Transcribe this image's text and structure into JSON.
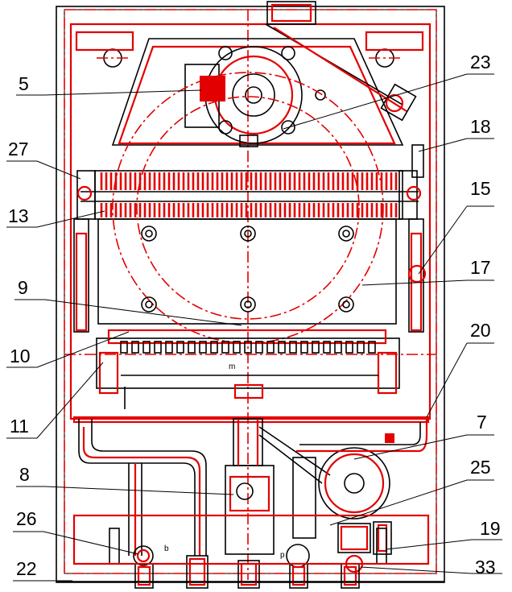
{
  "callouts": [
    {
      "id": "5",
      "label": "5"
    },
    {
      "id": "23",
      "label": "23"
    },
    {
      "id": "18",
      "label": "18"
    },
    {
      "id": "27",
      "label": "27"
    },
    {
      "id": "15",
      "label": "15"
    },
    {
      "id": "13",
      "label": "13"
    },
    {
      "id": "17",
      "label": "17"
    },
    {
      "id": "9",
      "label": "9"
    },
    {
      "id": "20",
      "label": "20"
    },
    {
      "id": "10",
      "label": "10"
    },
    {
      "id": "7",
      "label": "7"
    },
    {
      "id": "11",
      "label": "11"
    },
    {
      "id": "8",
      "label": "8"
    },
    {
      "id": "25",
      "label": "25"
    },
    {
      "id": "26",
      "label": "26"
    },
    {
      "id": "19",
      "label": "19"
    },
    {
      "id": "22",
      "label": "22"
    },
    {
      "id": "33",
      "label": "33"
    }
  ],
  "component_marks": {
    "pump_mark": "m",
    "gas_valve_mark": "p",
    "valve_mark": "b"
  },
  "colors": {
    "outline": "#000000",
    "highlight": "#e30000",
    "background": "#ffffff"
  }
}
